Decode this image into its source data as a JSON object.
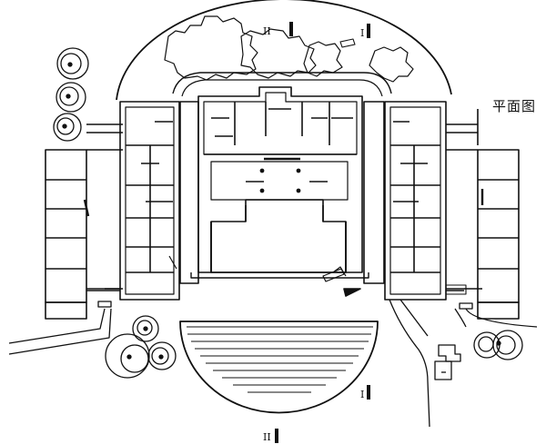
{
  "plan": {
    "title": "平面图",
    "section_marks": [
      {
        "label": "II"
      },
      {
        "label": "I"
      },
      {
        "label": "I"
      },
      {
        "label": "II"
      }
    ],
    "colors": {
      "ink": "#111111",
      "paper": "#ffffff"
    },
    "icons": [
      "tree-icon",
      "north-arrow-icon",
      "pond-icon"
    ]
  }
}
